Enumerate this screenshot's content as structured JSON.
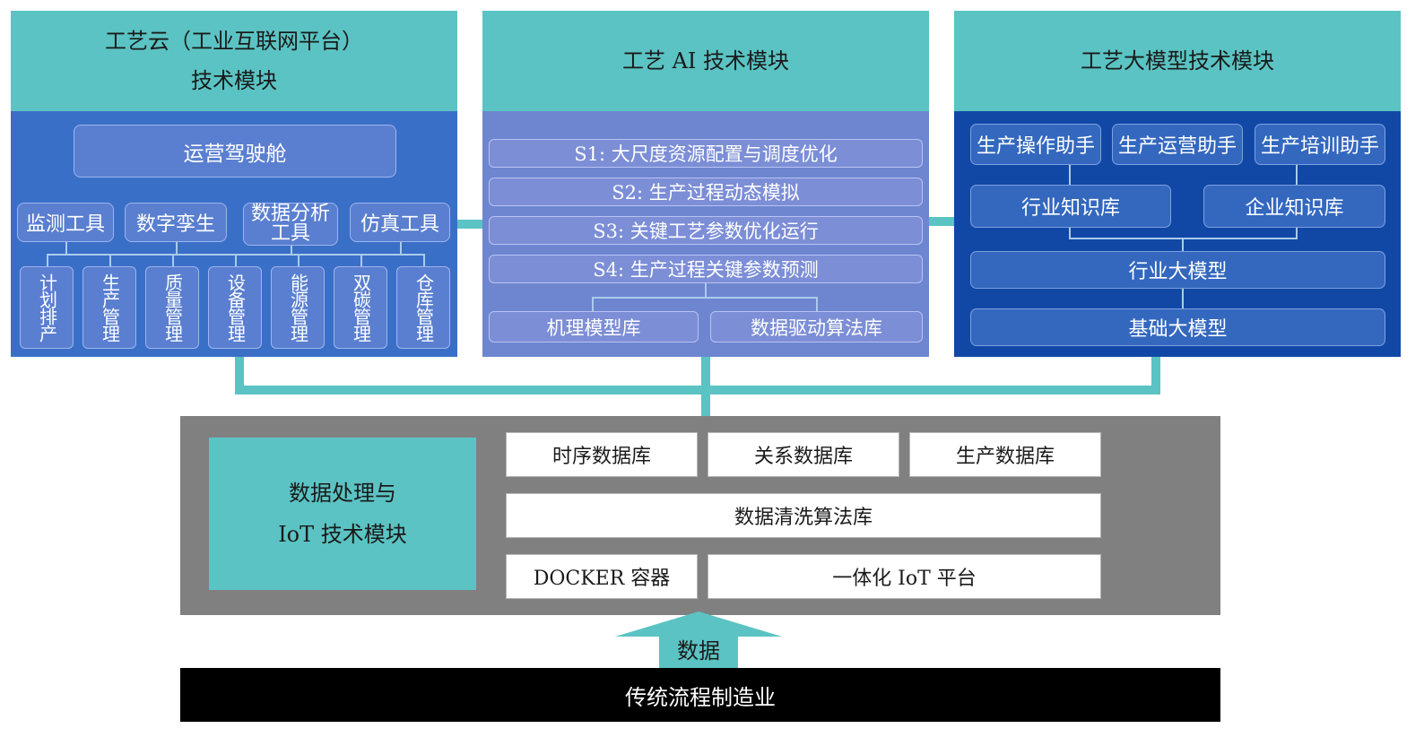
{
  "cloud": {
    "title_line1": "工艺云（工业互联网平台）",
    "title_line2": "技术模块",
    "cockpit": "运营驾驶舱",
    "tools": [
      "监测工具",
      "数字孪生",
      "数据分析工具",
      "仿真工具"
    ],
    "functions": [
      "计划排产",
      "生产管理",
      "质量管理",
      "设备管理",
      "能源管理",
      "双碳管理",
      "仓库管理"
    ]
  },
  "ai": {
    "title": "工艺 AI 技术模块",
    "items": [
      "S1: 大尺度资源配置与调度优化",
      "S2: 生产过程动态模拟",
      "S3: 关键工艺参数优化运行",
      "S4: 生产过程关键参数预测"
    ],
    "libs": [
      "机理模型库",
      "数据驱动算法库"
    ]
  },
  "llm": {
    "title": "工艺大模型技术模块",
    "assistants": [
      "生产操作助手",
      "生产运营助手",
      "生产培训助手"
    ],
    "knowledge": [
      "行业知识库",
      "企业知识库"
    ],
    "industry_model": "行业大模型",
    "base_model": "基础大模型"
  },
  "iot": {
    "title_line1": "数据处理与",
    "title_line2": "IoT 技术模块",
    "dbs": [
      "时序数据库",
      "关系数据库",
      "生产数据库"
    ],
    "cleaning": "数据清洗算法库",
    "docker": "DOCKER 容器",
    "platform": "一体化 IoT 平台"
  },
  "arrow_label": "数据",
  "bottom": "传统流程制造业",
  "colors": {
    "teal": "#5bc3c3",
    "panel1": "#3a6fc7",
    "panel2": "#6e86d0",
    "panel3": "#1148a6",
    "gray": "#808080",
    "black": "#000000"
  }
}
